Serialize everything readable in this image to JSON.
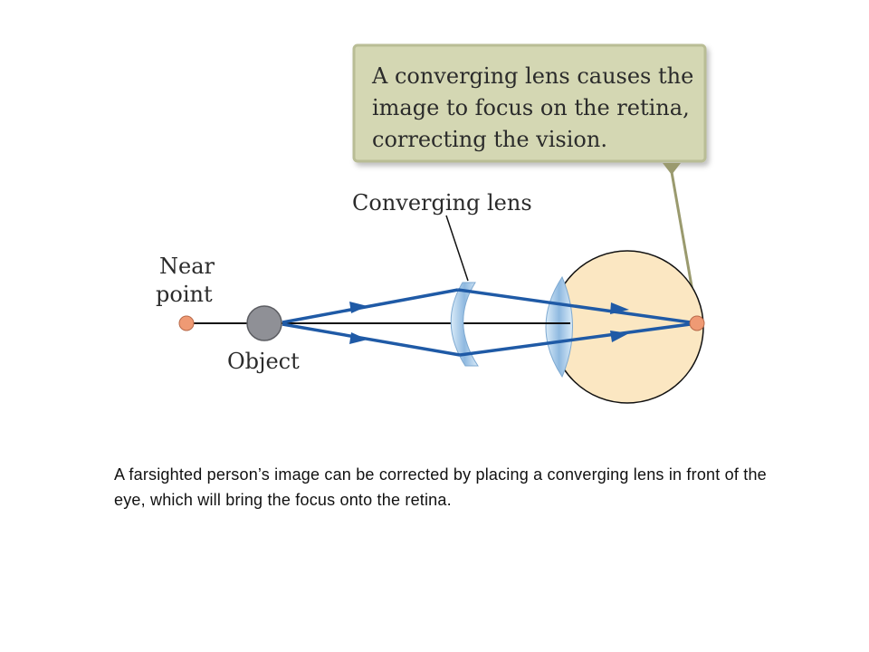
{
  "diagram": {
    "callout": {
      "lines": [
        "A converging lens causes the",
        "image to focus on the retina,",
        "correcting the vision."
      ]
    },
    "labels": {
      "converging_lens": "Converging lens",
      "near_point_1": "Near",
      "near_point_2": "point",
      "object": "Object"
    },
    "colors": {
      "ray": "#1f5aa6",
      "eyeball": "#fbe7c2",
      "lens": "#a9cbe8",
      "point": "#ef9a74",
      "object": "#8f9096",
      "callout_bg": "#d4d7b3",
      "callout_border": "#b9bd95",
      "pointer": "#9a9a6e"
    }
  },
  "caption": "A farsighted person’s image can be corrected by placing a converging lens in front of the eye, which will bring the focus onto the retina."
}
